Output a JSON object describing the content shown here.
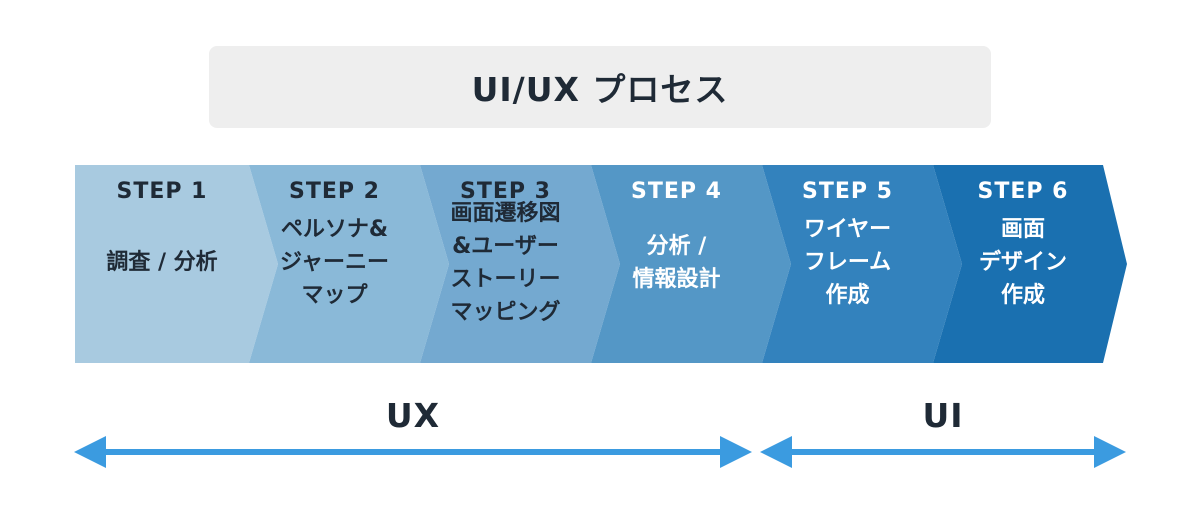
{
  "title": "UI/UX プロセス",
  "colors": {
    "step_fills": [
      "#a8cae0",
      "#8ab9d8",
      "#74a9d0",
      "#5497c6",
      "#3382bd",
      "#1a70b0"
    ],
    "step_text_dark": "#1f2a36",
    "step_text_light": "#ffffff",
    "title_bg": "#eeeeee",
    "arrow": "#3b9be0"
  },
  "steps": [
    {
      "label": "STEP 1",
      "text": "調査 / 分析"
    },
    {
      "label": "STEP 2",
      "text": "ペルソナ&\nジャーニー\nマップ"
    },
    {
      "label": "STEP 3",
      "text": "画面遷移図\n&ユーザー\nストーリー\nマッピング"
    },
    {
      "label": "STEP 4",
      "text": "分析 /\n情報設計"
    },
    {
      "label": "STEP 5",
      "text": "ワイヤー\nフレーム\n作成"
    },
    {
      "label": "STEP 6",
      "text": "画面\nデザイン\n作成"
    }
  ],
  "ranges": [
    {
      "label": "UX"
    },
    {
      "label": "UI"
    }
  ]
}
